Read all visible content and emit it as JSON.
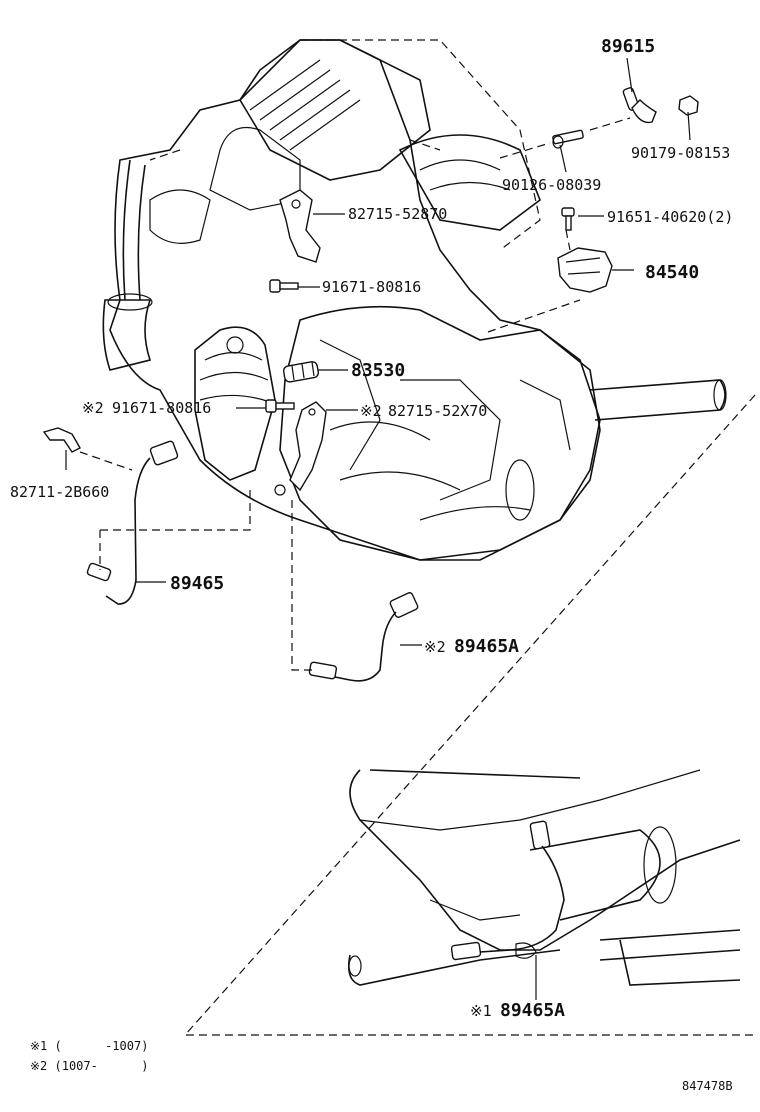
{
  "labels": {
    "p89615": "89615",
    "p90179": "90179-08153",
    "p90126": "90126-08039",
    "p82715a": "82715-52870",
    "p91651": "91651-40620(2)",
    "p84540": "84540",
    "p91671a": "91671-80816",
    "p83530": "83530",
    "p91671b_mark": "※2",
    "p91671b": "91671-80816",
    "p82715b_mark": "※2",
    "p82715b": "82715-52X70",
    "p82711": "82711-2B660",
    "p89465": "89465",
    "p89465a_mark": "※2",
    "p89465a": "89465A",
    "p89465a2_mark": "※1",
    "p89465a2": "89465A"
  },
  "notes": {
    "note1": "※1 (      -1007)",
    "note2": "※2 (1007-      )"
  },
  "diagram_id": "847478B"
}
